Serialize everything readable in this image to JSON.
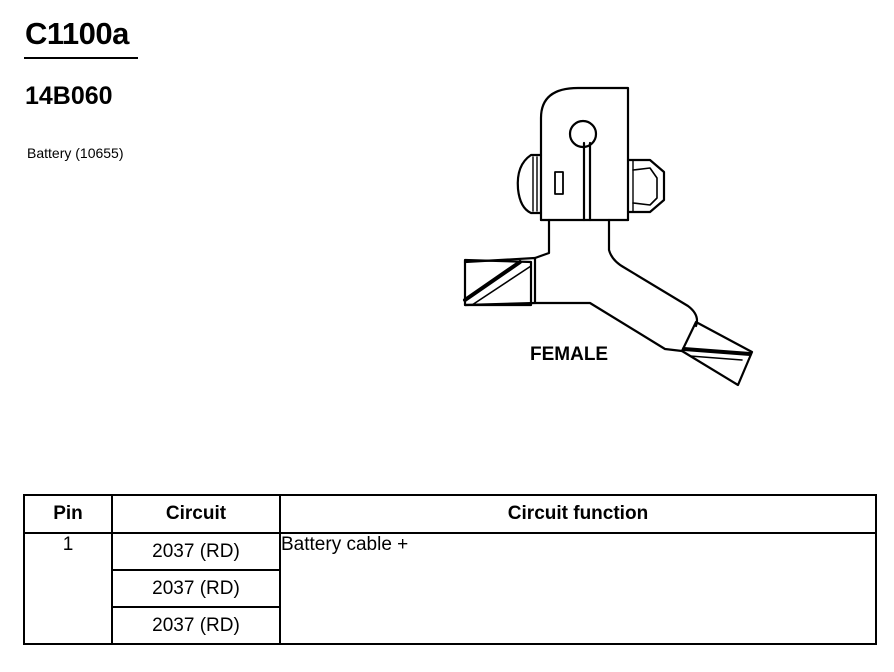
{
  "header": {
    "connector_id": "C1100a",
    "part_number": "14B060",
    "description": "Battery (10655)"
  },
  "drawing": {
    "view_label": "FEMALE",
    "icon": "battery-terminal-connector-drawing"
  },
  "table": {
    "headers": {
      "pin": "Pin",
      "circuit": "Circuit",
      "function": "Circuit function"
    },
    "rows": [
      {
        "pin": "1",
        "circuits": [
          "2037 (RD)",
          "2037 (RD)",
          "2037 (RD)"
        ],
        "function": "Battery cable +"
      }
    ]
  }
}
